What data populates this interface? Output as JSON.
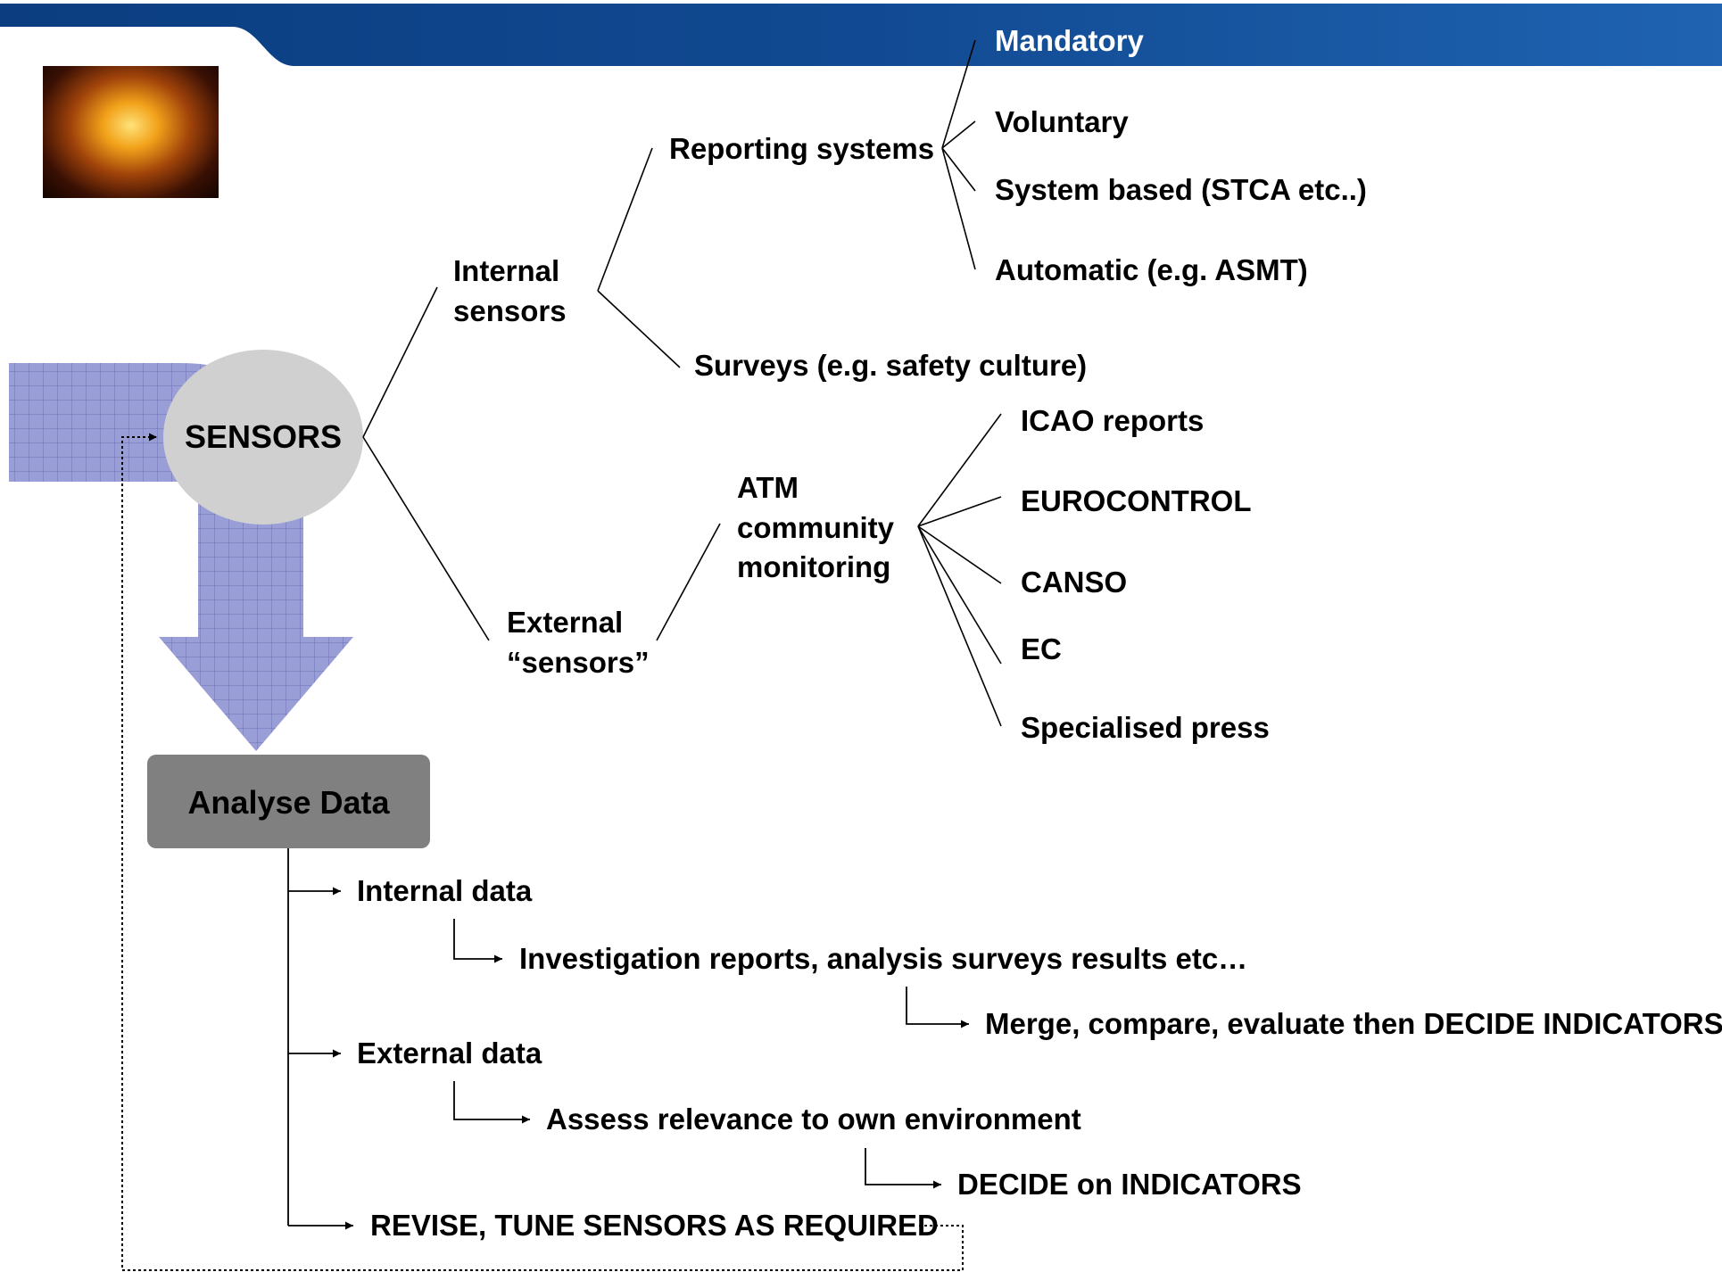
{
  "colors": {
    "header_dark": "#0b3d80",
    "header_light": "#1f63b1",
    "band": "#9a9ed6",
    "band_grid": "#6c70b4",
    "sensors_fill": "#d0d0d0",
    "analyse_fill": "#808080"
  },
  "icons": {
    "thumbnail": "people-lightbulb-image"
  },
  "header": {
    "mandatory": "Mandatory"
  },
  "nodes": {
    "sensors": "SENSORS",
    "analyse": "Analyse Data"
  },
  "tree": {
    "internal_line1": "Internal",
    "internal_line2": "sensors",
    "external_line1": "External",
    "external_line2": "“sensors”",
    "reporting": "Reporting systems",
    "surveys": "Surveys (e.g. safety culture)",
    "reporting_children": [
      "Voluntary",
      "System based (STCA etc..)",
      "Automatic (e.g. ASMT)"
    ],
    "atm_line1": "ATM",
    "atm_line2": "community",
    "atm_line3": "monitoring",
    "atm_children": [
      "ICAO reports",
      "EUROCONTROL",
      "CANSO",
      "EC",
      "Specialised press"
    ]
  },
  "flow": {
    "internal_data": "Internal data",
    "investigation": "Investigation reports, analysis surveys results etc…",
    "merge": "Merge, compare, evaluate then DECIDE INDICATORS",
    "external_data": "External data",
    "assess": "Assess relevance to own environment",
    "decide": "DECIDE on INDICATORS",
    "revise": "REVISE, TUNE SENSORS AS REQUIRED"
  }
}
